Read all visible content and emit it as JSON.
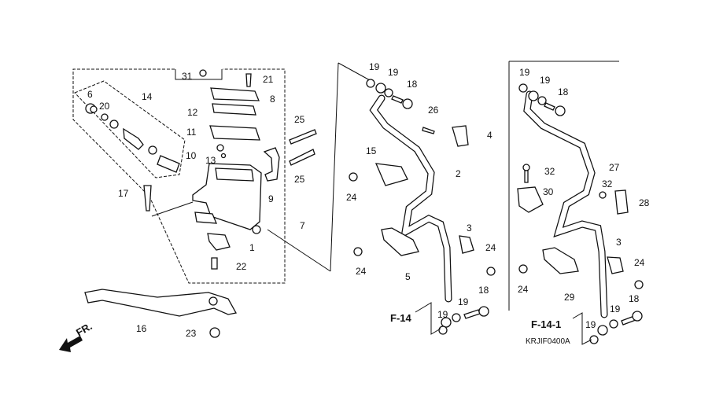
{
  "diagram": {
    "labels": [
      "31",
      "21",
      "8",
      "6",
      "14",
      "20",
      "12",
      "11",
      "25",
      "10",
      "13",
      "25",
      "9",
      "17",
      "7",
      "1",
      "22",
      "16",
      "23",
      "19",
      "19",
      "18",
      "26",
      "4",
      "15",
      "2",
      "24",
      "3",
      "24",
      "24",
      "5",
      "18",
      "19",
      "19",
      "19",
      "19",
      "18",
      "32",
      "27",
      "30",
      "32",
      "28",
      "3",
      "24",
      "24",
      "29",
      "18",
      "19",
      "19"
    ],
    "refs": [
      "F-14",
      "F-14-1"
    ],
    "direction": "FR.",
    "code": "KRJIF0400A"
  }
}
